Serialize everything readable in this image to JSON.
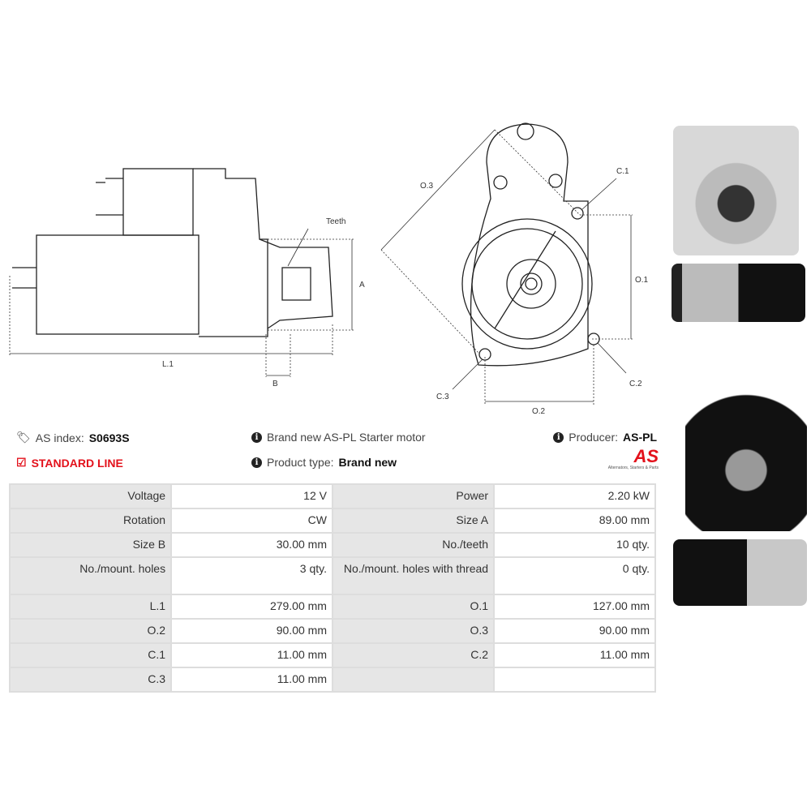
{
  "drawings": {
    "teeth": "Teeth",
    "a": "A",
    "b": "B",
    "l1": "L.1",
    "o1": "O.1",
    "o2": "O.2",
    "o3": "O.3",
    "c1": "C.1",
    "c2": "C.2",
    "c3": "C.3"
  },
  "info": {
    "as_index_label": "AS index:",
    "as_index_value": "S0693S",
    "line": "STANDARD LINE",
    "description": "Brand new AS-PL Starter motor",
    "product_type_label": "Product type:",
    "product_type_value": "Brand new",
    "producer_label": "Producer:",
    "producer_value": "AS-PL",
    "logo_text": "AS",
    "logo_tagline": "Alternators, Starters & Parts"
  },
  "colors": {
    "accent": "#e3111b"
  },
  "specs": [
    [
      "Voltage",
      "12 V",
      "Power",
      "2.20 kW"
    ],
    [
      "Rotation",
      "CW",
      "Size A",
      "89.00 mm"
    ],
    [
      "Size B",
      "30.00 mm",
      "No./teeth",
      "10 qty."
    ],
    [
      "No./mount. holes",
      "3 qty.",
      "No./mount. holes with thread",
      "0 qty."
    ],
    [
      "L.1",
      "279.00 mm",
      "O.1",
      "127.00 mm"
    ],
    [
      "O.2",
      "90.00 mm",
      "O.3",
      "90.00 mm"
    ],
    [
      "C.1",
      "11.00 mm",
      "C.2",
      "11.00 mm"
    ],
    [
      "C.3",
      "11.00 mm",
      "",
      ""
    ]
  ]
}
